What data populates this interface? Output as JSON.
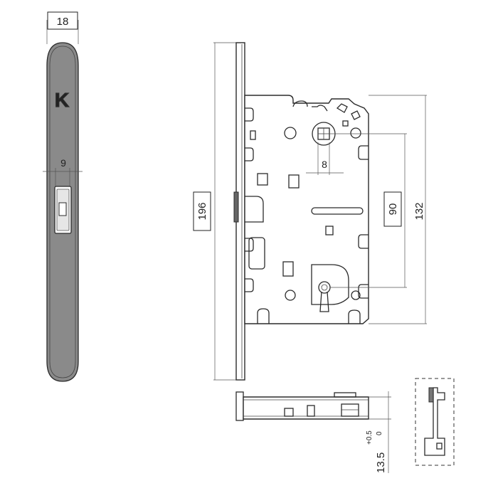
{
  "faceplate": {
    "logo": "K",
    "width_label": "18",
    "slot_label": "9"
  },
  "lock_body": {
    "height_label": "196",
    "spindle_label": "8",
    "spacing_label": "90",
    "backset_label": "132"
  },
  "side_view": {
    "thickness_label": "13.5",
    "tol_plus": "+0.5",
    "tol_zero": "0"
  },
  "colors": {
    "plate_grey": "#8a8a8a",
    "line": "#2b2b2b"
  }
}
